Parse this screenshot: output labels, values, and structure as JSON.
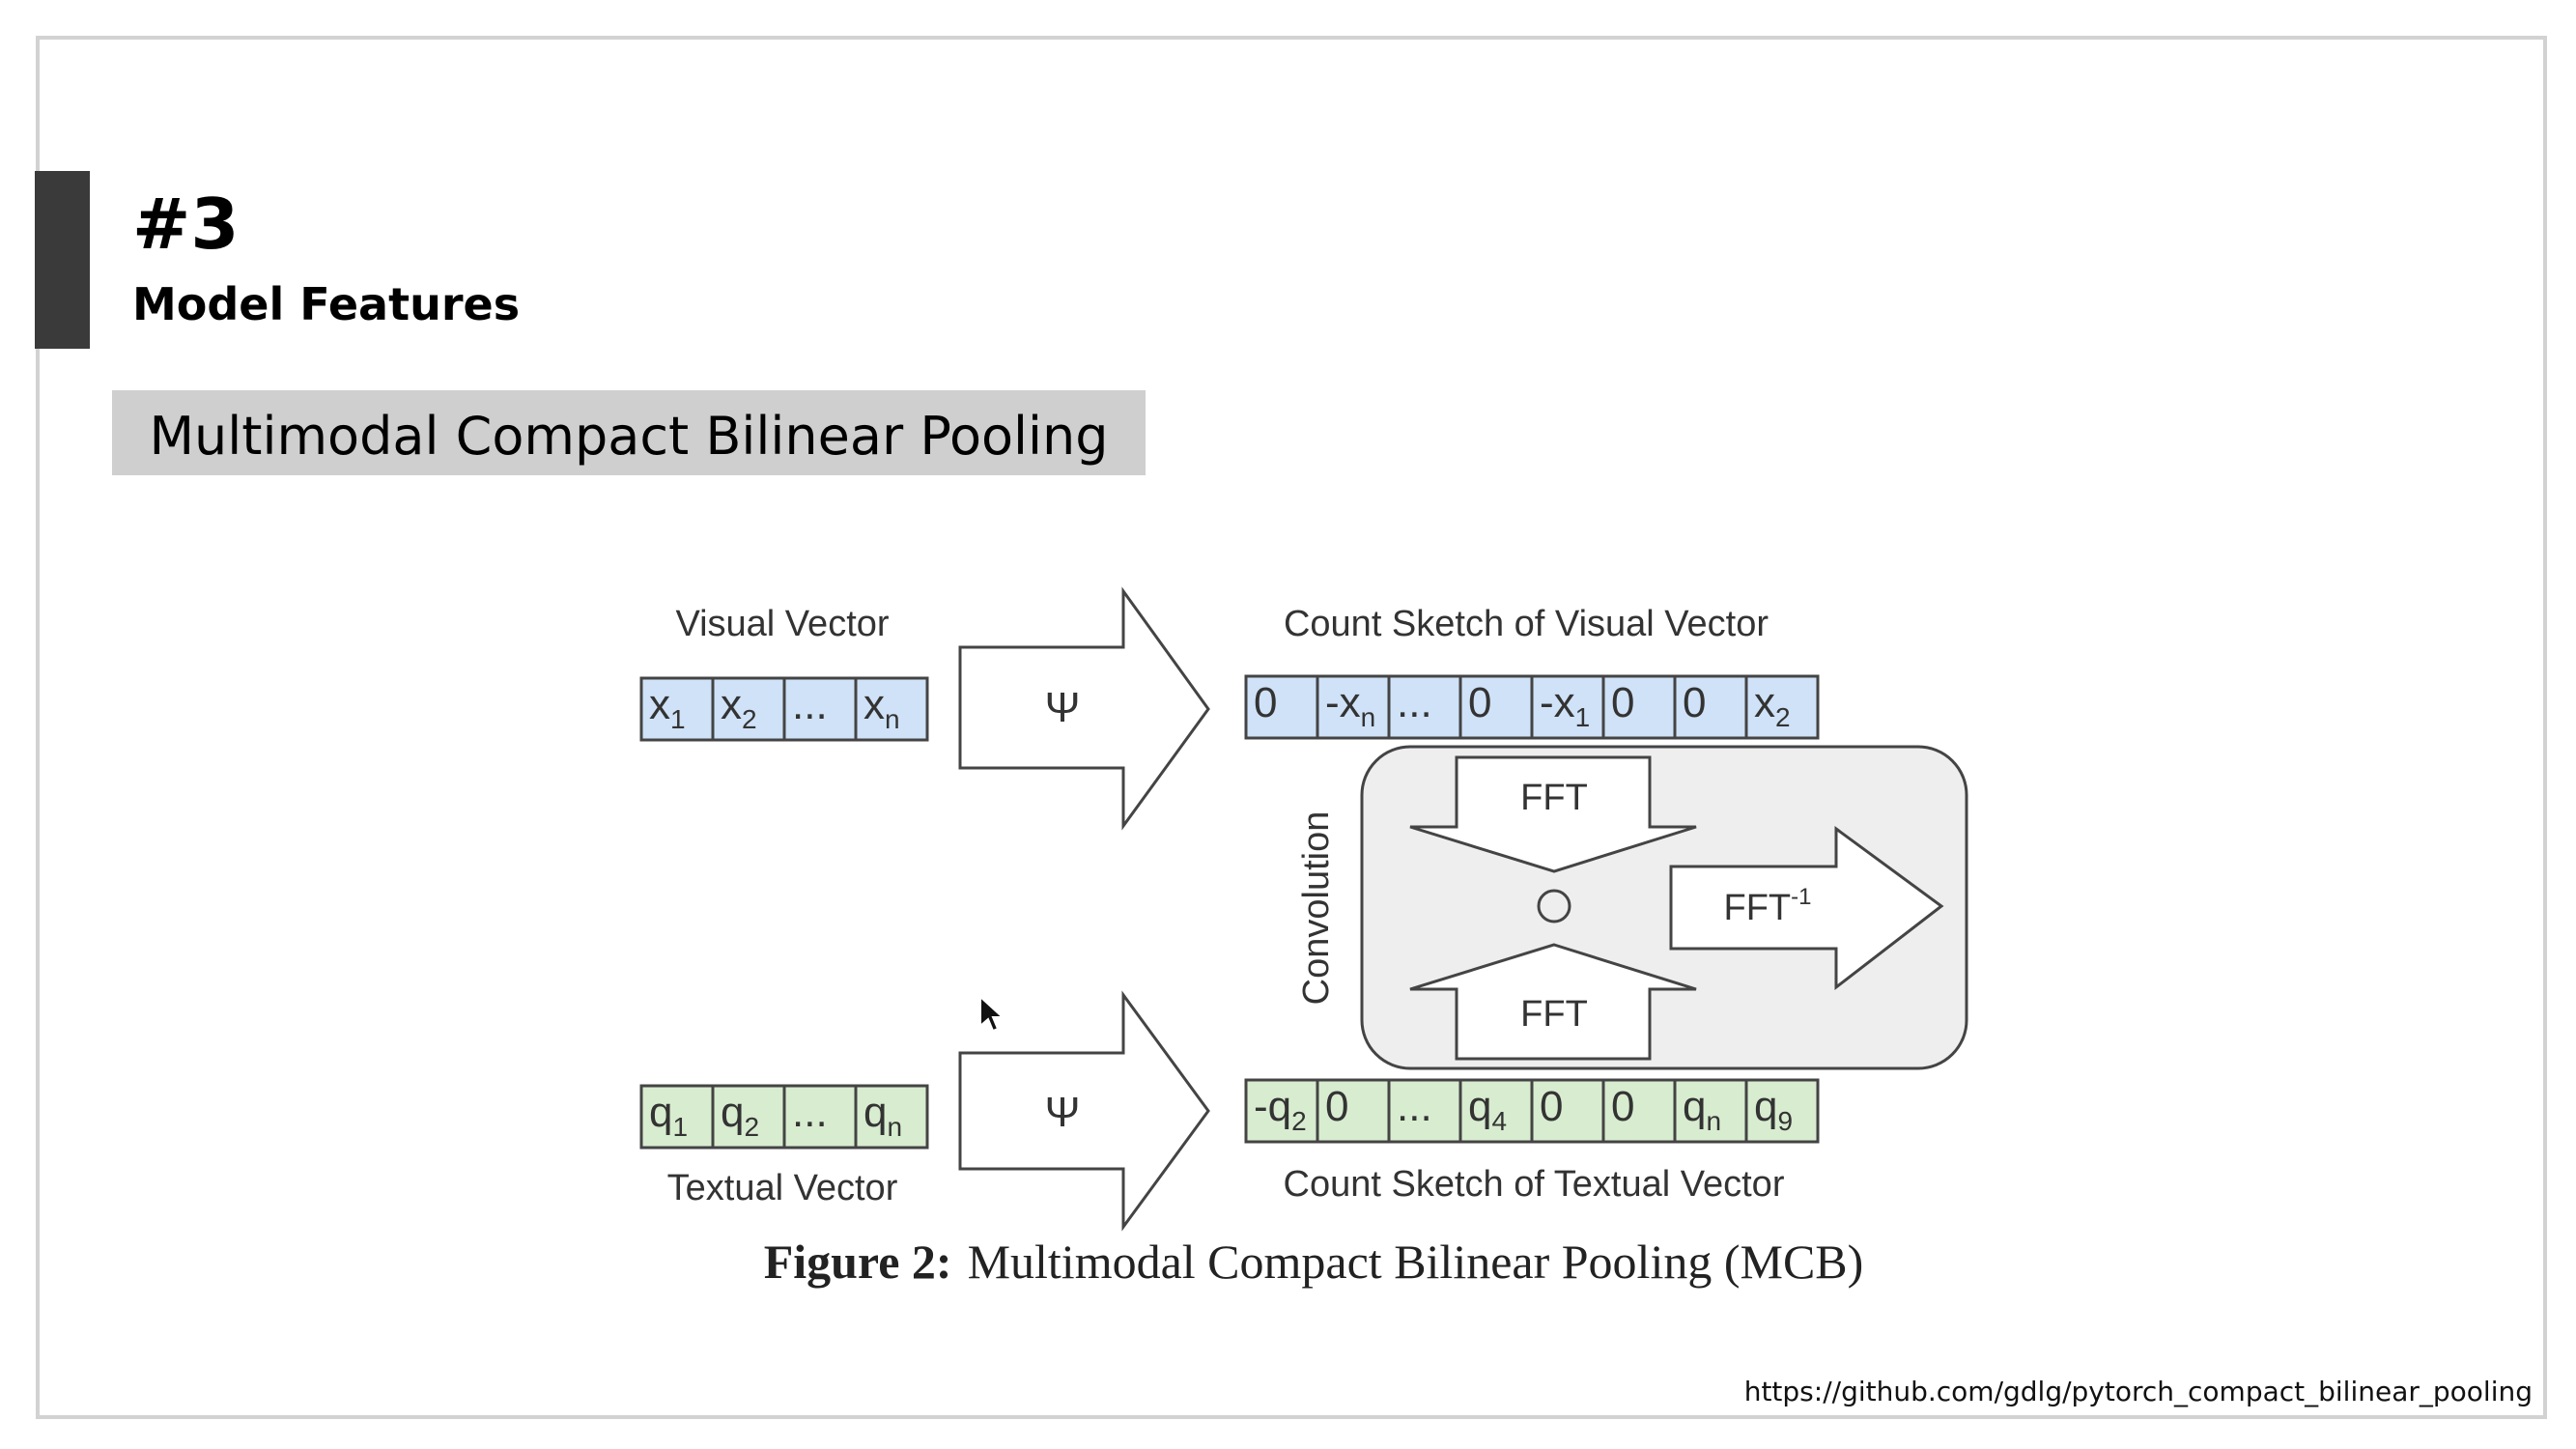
{
  "section": {
    "number": "#3",
    "title": "Model Features"
  },
  "banner": {
    "title": "Multimodal Compact Bilinear Pooling"
  },
  "diagram": {
    "visual_label": "Visual Vector",
    "textual_label": "Textual Vector",
    "count_sketch_visual_label": "Count Sketch of Visual Vector",
    "count_sketch_textual_label": "Count Sketch of Textual Vector",
    "psi": "Ψ",
    "fft": "FFT",
    "fft_inverse": "FFT",
    "fft_inverse_sup": "-1",
    "convolution": "Convolution",
    "circle_op": "○",
    "visual_cells": [
      {
        "base": "x",
        "sub": "1"
      },
      {
        "base": "x",
        "sub": "2"
      },
      {
        "base": "...",
        "sub": ""
      },
      {
        "base": "x",
        "sub": "n"
      }
    ],
    "textual_cells": [
      {
        "base": "q",
        "sub": "1"
      },
      {
        "base": "q",
        "sub": "2"
      },
      {
        "base": "...",
        "sub": ""
      },
      {
        "base": "q",
        "sub": "n"
      }
    ],
    "sketch_visual_cells": [
      {
        "base": "0",
        "sub": ""
      },
      {
        "base": "-x",
        "sub": "n"
      },
      {
        "base": "...",
        "sub": ""
      },
      {
        "base": "0",
        "sub": ""
      },
      {
        "base": "-x",
        "sub": "1"
      },
      {
        "base": "0",
        "sub": ""
      },
      {
        "base": "0",
        "sub": ""
      },
      {
        "base": "x",
        "sub": "2"
      }
    ],
    "sketch_textual_cells": [
      {
        "base": "-q",
        "sub": "2"
      },
      {
        "base": "0",
        "sub": ""
      },
      {
        "base": "...",
        "sub": ""
      },
      {
        "base": "q",
        "sub": "4"
      },
      {
        "base": "0",
        "sub": ""
      },
      {
        "base": "0",
        "sub": ""
      },
      {
        "base": "q",
        "sub": "n"
      },
      {
        "base": "q",
        "sub": "9"
      }
    ],
    "caption_prefix": "Figure 2:",
    "caption_text": "Multimodal Compact Bilinear Pooling (MCB)"
  },
  "footer": {
    "source_url": "https://github.com/gdlg/pytorch_compact_bilinear_pooling"
  },
  "colors": {
    "visual_fill": "#cfe2f7",
    "textual_fill": "#d8ecd0",
    "box_fill": "#eeeeee",
    "accent_bar": "#3a3a3a",
    "banner_fill": "#cfcfcf"
  },
  "icons": {
    "cursor": "mouse-pointer-icon"
  }
}
